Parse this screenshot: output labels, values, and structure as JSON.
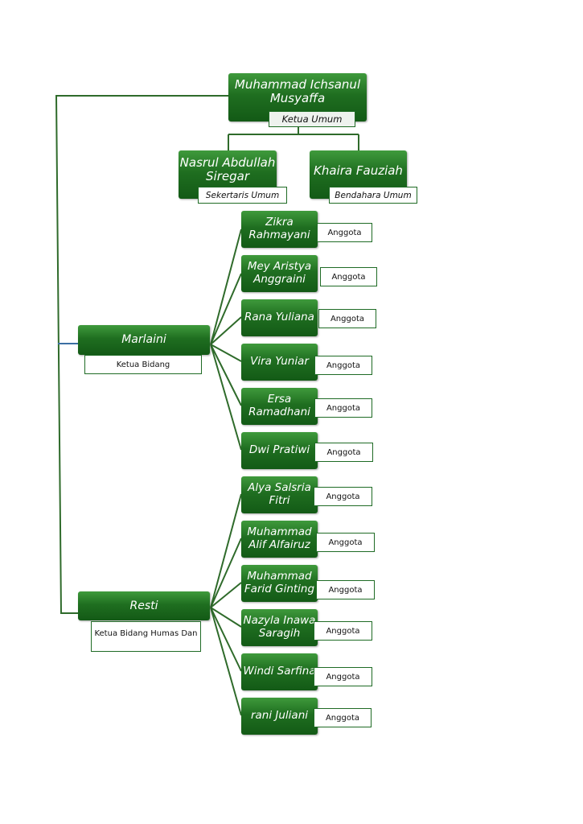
{
  "chairman": {
    "name": "Muhammad Ichsanul Musyaffa",
    "role": "Ketua Umum"
  },
  "secretary": {
    "name": "Nasrul Abdullah Siregar",
    "role": "Sekertaris Umum"
  },
  "treasurer": {
    "name": "Khaira Fauziah",
    "role": "Bendahara Umum"
  },
  "division1": {
    "name": "Marlaini",
    "role": "Ketua Bidang",
    "members": [
      {
        "name": "Zikra Rahmayani",
        "role": "Anggota"
      },
      {
        "name": "Mey Aristya Anggraini",
        "role": "Anggota"
      },
      {
        "name": "Rana Yuliana",
        "role": "Anggota"
      },
      {
        "name": "Vira Yuniar",
        "role": "Anggota"
      },
      {
        "name": "Ersa Ramadhani",
        "role": "Anggota"
      },
      {
        "name": "Dwi Pratiwi",
        "role": "Anggota"
      }
    ]
  },
  "division2": {
    "name": "Resti",
    "role": "Ketua Bidang Humas Dan",
    "members": [
      {
        "name": "Alya Salsria Fitri",
        "role": "Anggota"
      },
      {
        "name": "Muhammad Alif Alfairuz",
        "role": "Anggota"
      },
      {
        "name": "Muhammad Farid Ginting",
        "role": "Anggota"
      },
      {
        "name": "Nazyla Inawa Saragih",
        "role": "Anggota"
      },
      {
        "name": "Windi Sarfina",
        "role": "Anggota"
      },
      {
        "name": "rani Juliani",
        "role": "Anggota"
      }
    ]
  },
  "colors": {
    "line": "#2f6b2b",
    "node": "#1f6e20",
    "accent_line": "#3b6fa3"
  }
}
